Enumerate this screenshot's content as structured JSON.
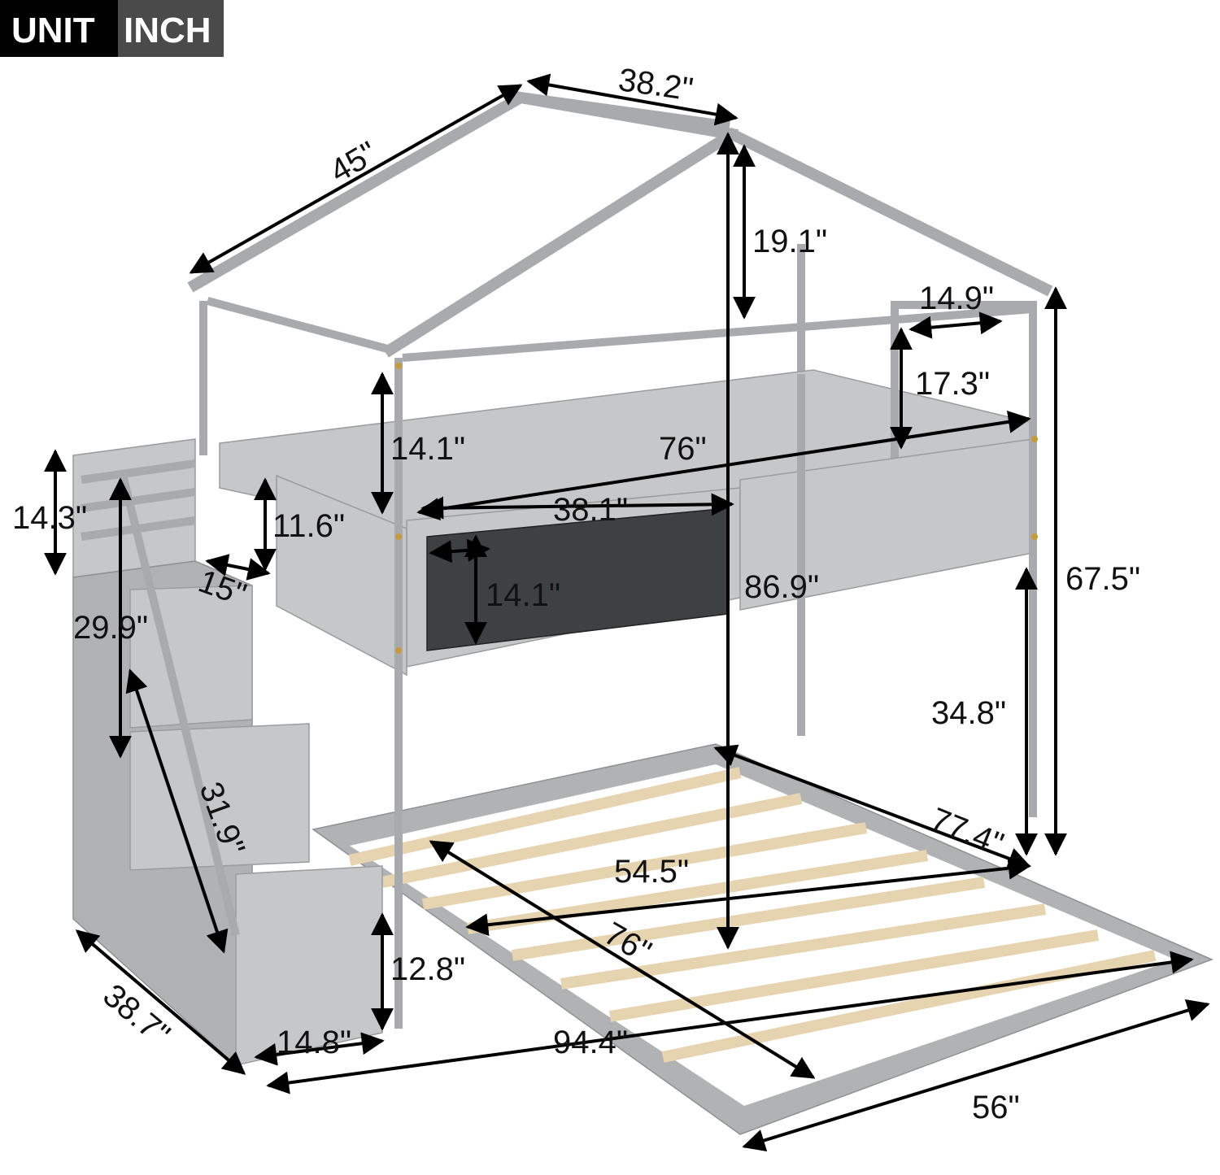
{
  "badge": {
    "left": "UNIT",
    "right": "INCH"
  },
  "colors": {
    "frame": "#b9babc",
    "slat": "#e6d3b0",
    "chalkboard": "#3e4143",
    "badge_left": "#000000",
    "badge_right": "#4a4a4a"
  },
  "dimensions": {
    "roof_slope": "45\"",
    "roof_depth": "38.2\"",
    "roof_height": "19.1\"",
    "window_width": "14.9\"",
    "window_height": "17.3\"",
    "guard_height": "14.1\"",
    "top_bed_length": "76\"",
    "stair_rail_height": "14.3\"",
    "front_panel_height": "11.6\"",
    "front_panel_width": "38.1\"",
    "stair_top_width": "15\"",
    "chalkboard_height": "14.1\"",
    "total_height_inner": "86.9\"",
    "total_height": "67.5\"",
    "stair_height": "29.9\"",
    "underbed_clearance": "34.8\"",
    "stair_handrail": "31.9\"",
    "bottom_width": "54.5\"",
    "bottom_depth": "77.4\"",
    "bottom_length": "76\"",
    "low_clearance": "12.8\"",
    "stair_depth": "38.7\"",
    "step_width": "14.8\"",
    "total_length": "94.4\"",
    "bottom_outer_width": "56\""
  }
}
